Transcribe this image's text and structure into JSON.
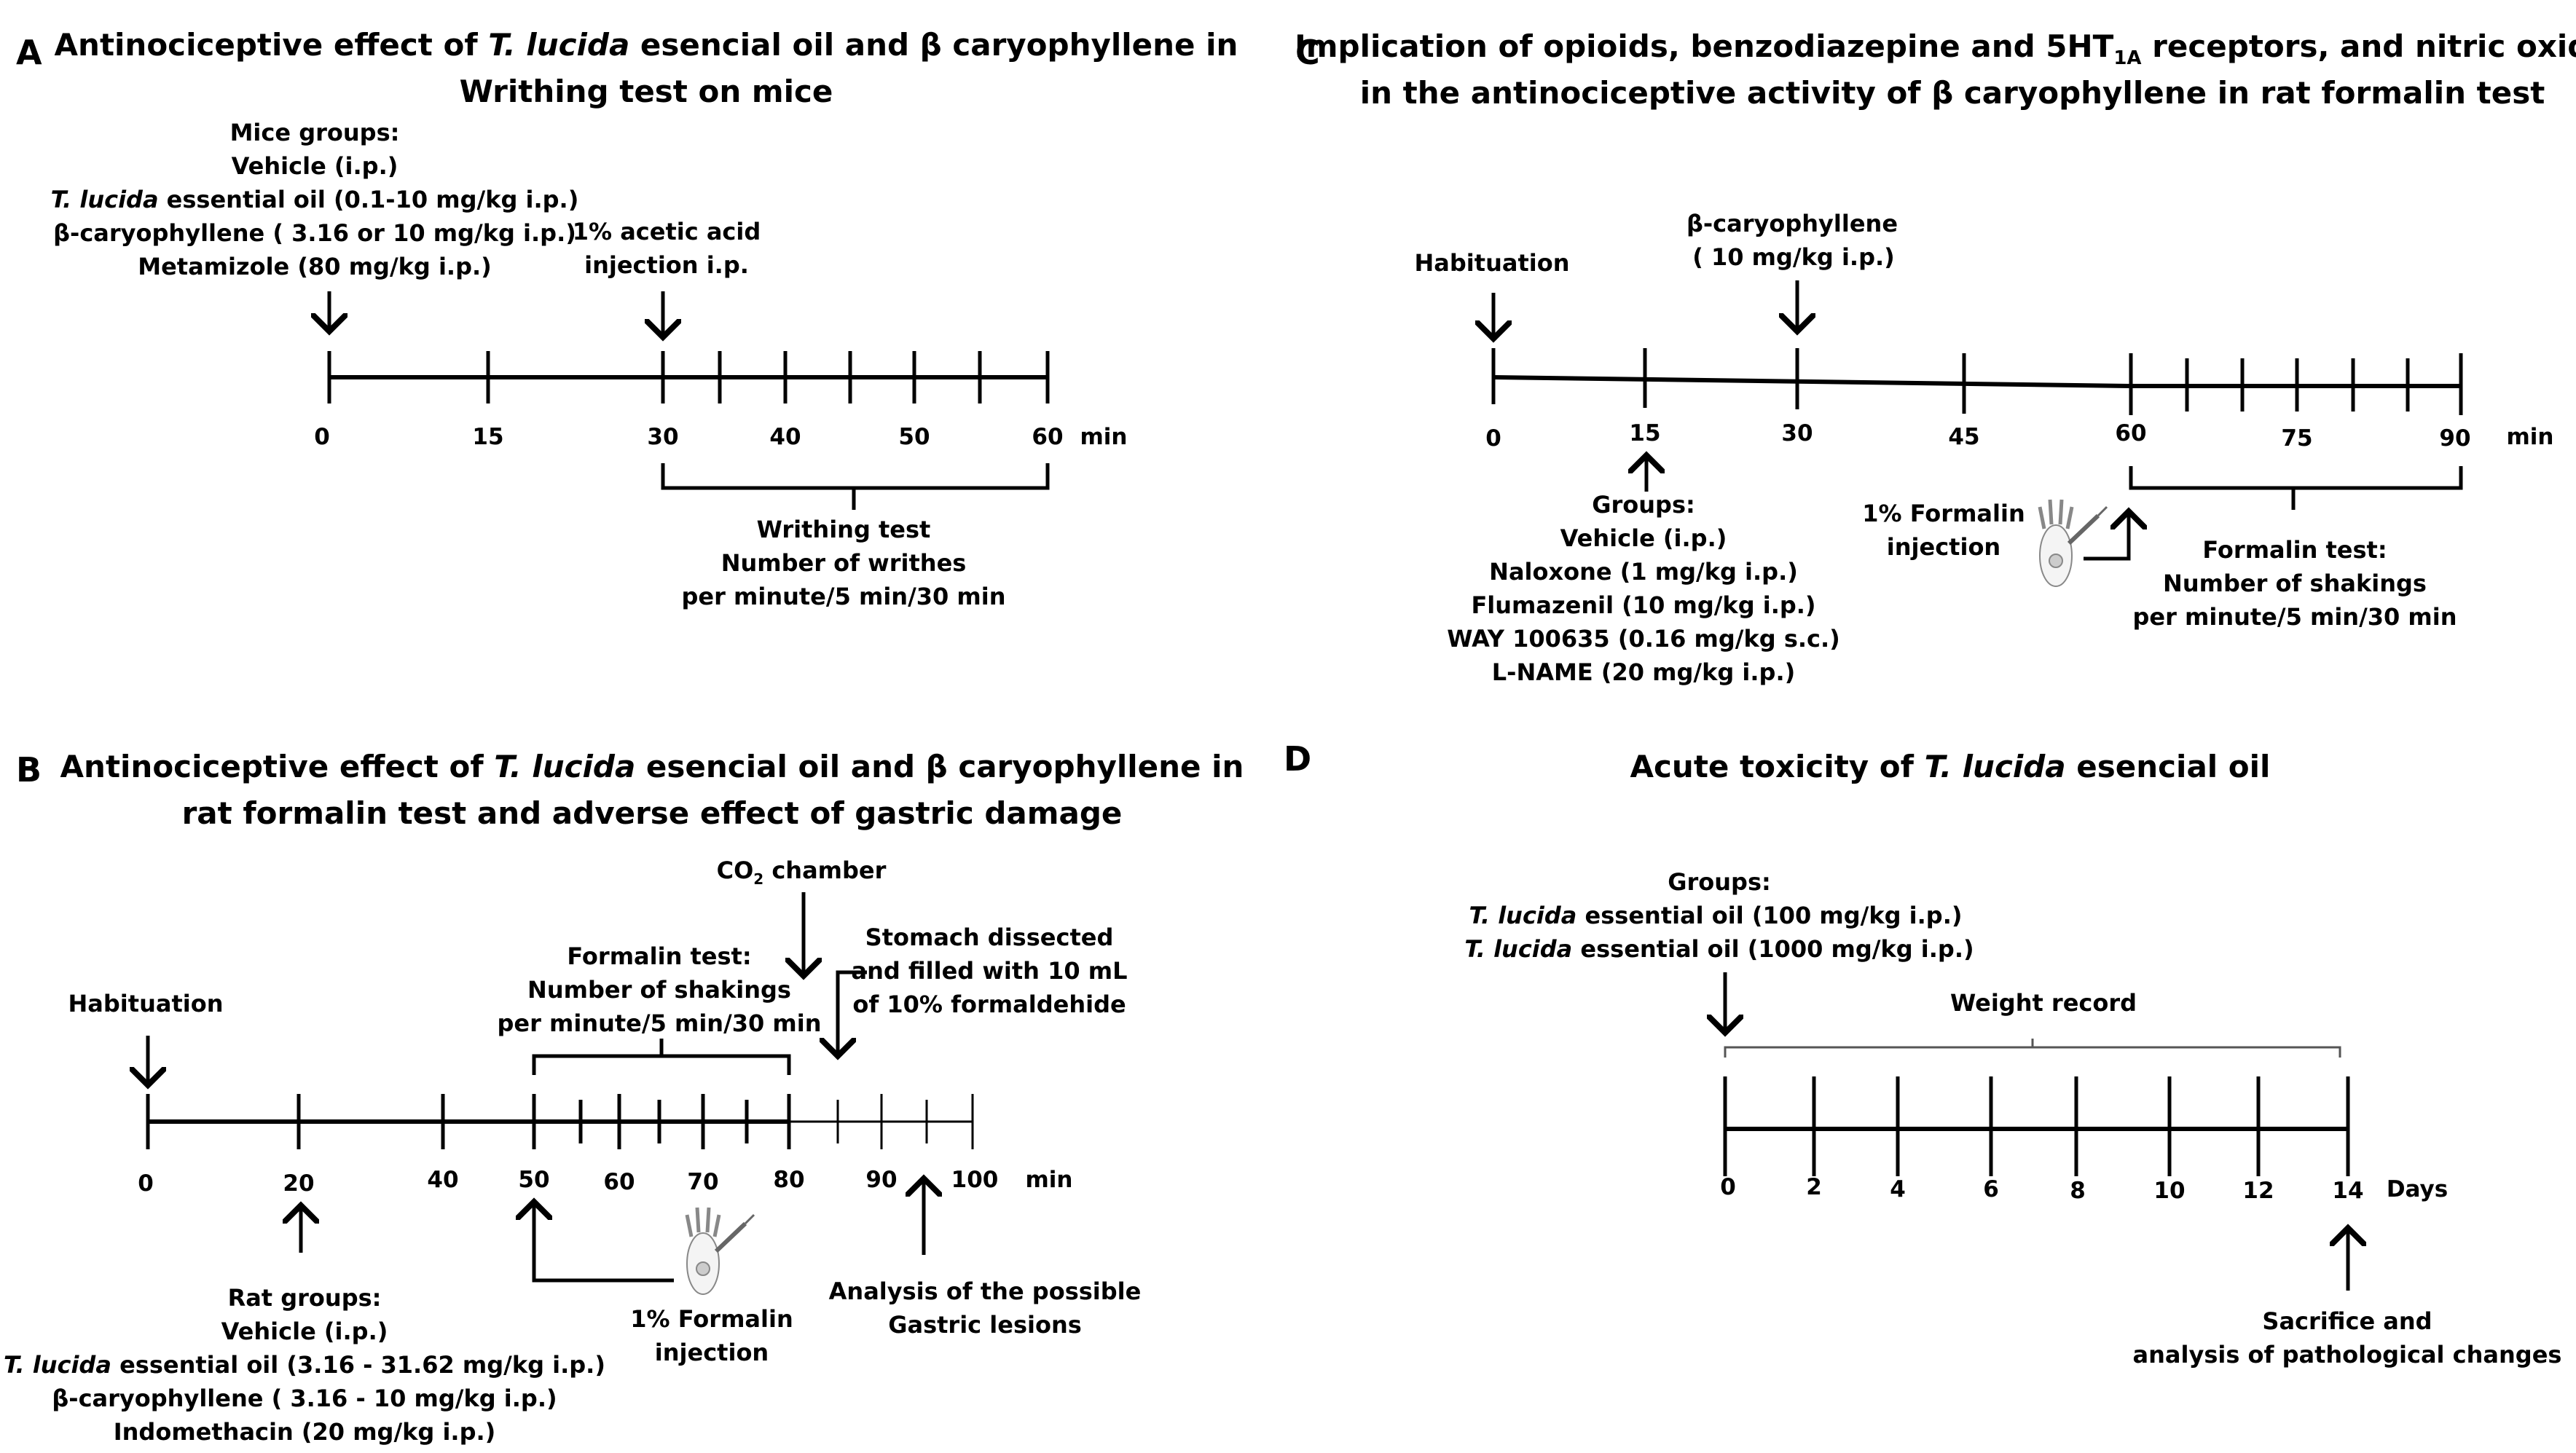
{
  "panels": {
    "A": {
      "letter": "A",
      "title": [
        "Antinociceptive effect of ",
        "T. lucida",
        " esencial oil and β caryophyllene in",
        "Writhing test on mice"
      ],
      "groups_head": "Mice groups:",
      "groups": [
        "Vehicle (i.p.)",
        [
          "T. lucida",
          " essential oil (0.1-10 mg/kg i.p.)"
        ],
        "β-caryophyllene ( 3.16 or 10 mg/kg i.p.)",
        "Metamizole (80 mg/kg i.p.)"
      ],
      "injection": [
        "1% acetic acid",
        "injection i.p."
      ],
      "ticks": [
        "0",
        "15",
        "30",
        "40",
        "50",
        "60"
      ],
      "unit": "min",
      "test": [
        "Writhing test",
        "Number of writhes",
        "per minute/5 min/30 min"
      ]
    },
    "B": {
      "letter": "B",
      "title": [
        "Antinociceptive effect of ",
        "T. lucida",
        " esencial oil and β caryophyllene in",
        "rat formalin test and adverse effect of gastric damage"
      ],
      "habituation": "Habituation",
      "co2": [
        "CO",
        "2",
        " chamber"
      ],
      "formalin_test": [
        "Formalin test:",
        "Number of shakings",
        "per minute/5 min/30 min"
      ],
      "stomach": [
        "Stomach dissected",
        "and filled with 10 mL",
        "of 10% formaldehide"
      ],
      "ticks": [
        "0",
        "20",
        "40",
        "50",
        "60",
        "70",
        "80",
        "90",
        "100"
      ],
      "unit": "min",
      "groups_head": "Rat groups:",
      "groups": [
        "Vehicle (i.p.)",
        [
          "T. lucida",
          " essential oil (3.16 - 31.62 mg/kg i.p.)"
        ],
        "β-caryophyllene ( 3.16 - 10 mg/kg i.p.)",
        "Indomethacin (20 mg/kg i.p.)"
      ],
      "formalin_injection": [
        "1% Formalin",
        "injection"
      ],
      "analysis": [
        "Analysis of the possible",
        "Gastric lesions"
      ]
    },
    "C": {
      "letter": "C",
      "title_line1": [
        "Implication of opioids, benzodiazepine and 5HT",
        "1A",
        " receptors, and  nitric oxide"
      ],
      "title_line2": "in the antinociceptive activity of β caryophyllene in rat formalin test",
      "habituation": "Habituation",
      "bcp": [
        "β-caryophyllene",
        "( 10 mg/kg i.p.)"
      ],
      "ticks": [
        "0",
        "15",
        "30",
        "45",
        "60",
        "75",
        "90"
      ],
      "unit": "min",
      "groups_head": "Groups:",
      "groups": [
        "Vehicle (i.p.)",
        "Naloxone (1 mg/kg i.p.)",
        "Flumazenil (10 mg/kg i.p.)",
        "WAY 100635 (0.16 mg/kg s.c.)",
        "L-NAME (20 mg/kg i.p.)"
      ],
      "formalin_injection": [
        "1% Formalin",
        "injection"
      ],
      "formalin_test": [
        "Formalin test:",
        "Number of shakings",
        "per minute/5 min/30 min"
      ]
    },
    "D": {
      "letter": "D",
      "title": [
        "Acute toxicity of ",
        "T. lucida",
        " esencial oil"
      ],
      "groups_head": "Groups:",
      "groups": [
        [
          "T. lucida",
          " essential oil (100 mg/kg i.p.)"
        ],
        [
          "T. lucida",
          " essential oil (1000 mg/kg i.p.)"
        ]
      ],
      "weight": "Weight record",
      "ticks": [
        "0",
        "2",
        "4",
        "6",
        "8",
        "10",
        "12",
        "14"
      ],
      "unit": "Days",
      "sacrifice": [
        "Sacrifice and",
        "analysis of pathological changes"
      ]
    }
  }
}
